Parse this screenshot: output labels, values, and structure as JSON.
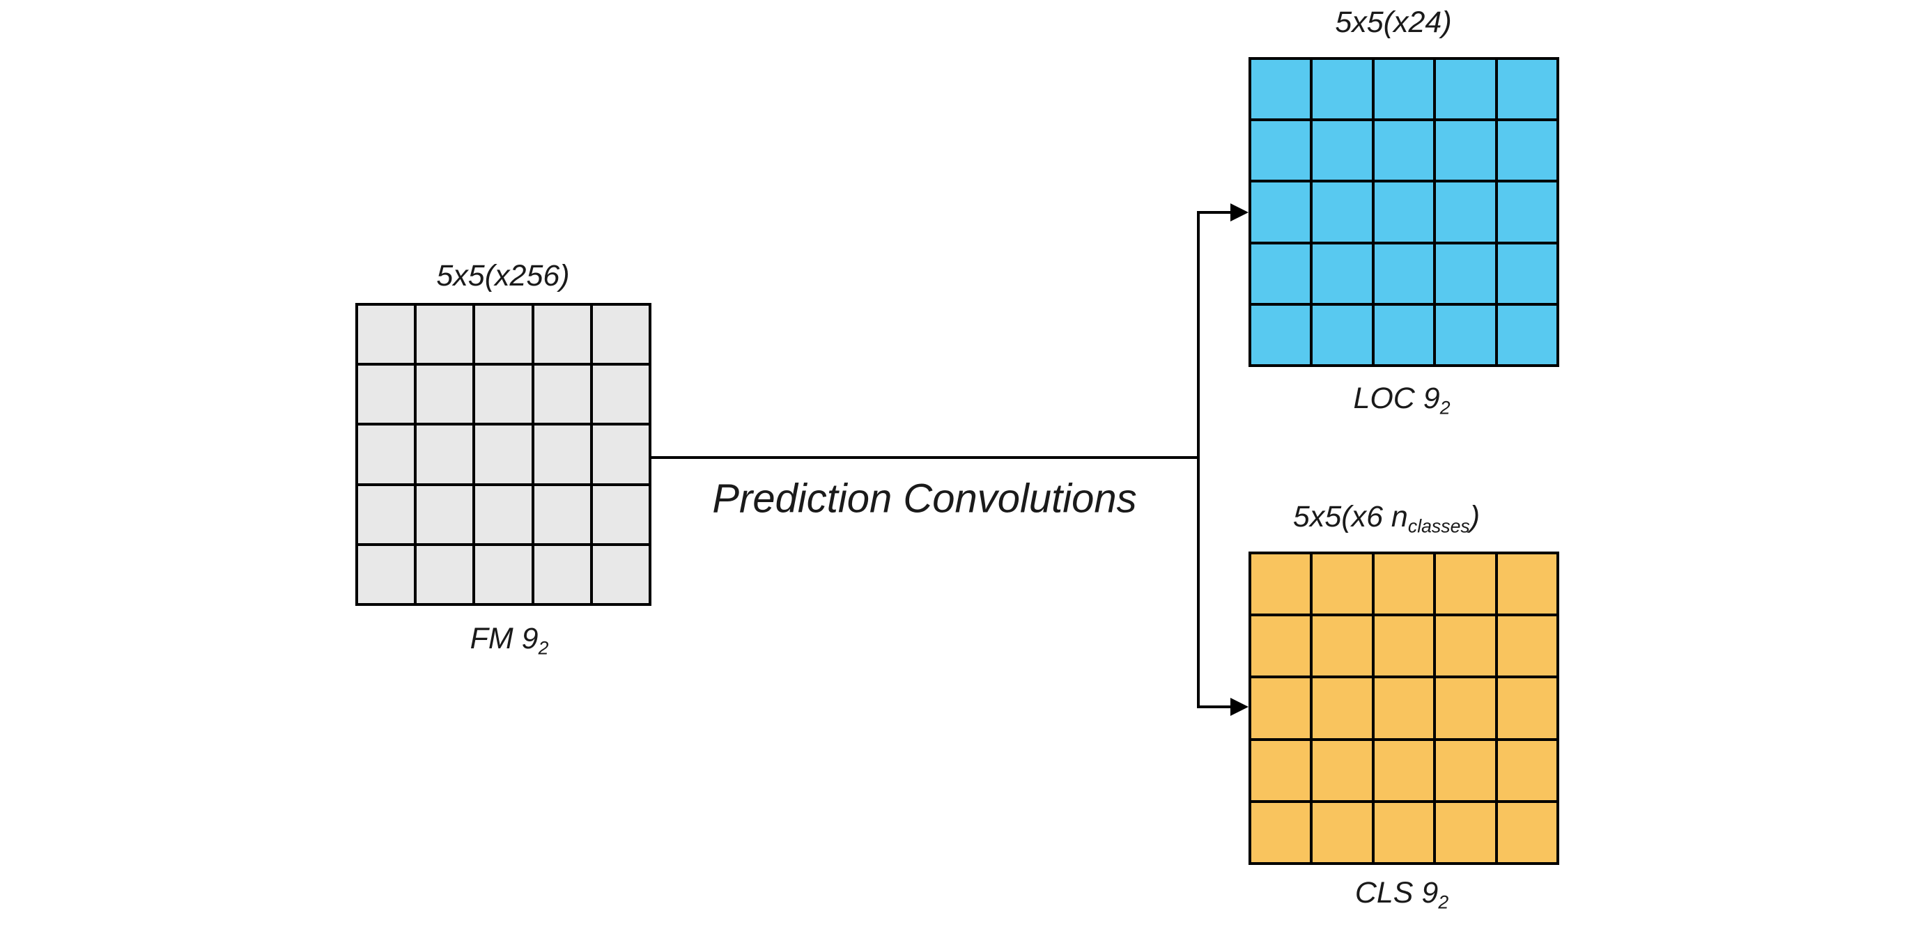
{
  "diagram": {
    "center_label": "Prediction Convolutions",
    "fm": {
      "top_label": "5x5(x256)",
      "bottom_label_main": "FM 9",
      "bottom_label_sub": "2",
      "rows": 5,
      "cols": 5,
      "fill": "#e8e8e8"
    },
    "loc": {
      "top_label": "5x5(x24)",
      "bottom_label_main": "LOC 9",
      "bottom_label_sub": "2",
      "rows": 5,
      "cols": 5,
      "fill": "#58c9f0"
    },
    "cls": {
      "top_label_pre": "5x5(x6 n",
      "top_label_sub": "classes",
      "top_label_post": ")",
      "bottom_label_main": "CLS 9",
      "bottom_label_sub": "2",
      "rows": 5,
      "cols": 5,
      "fill": "#f9c45e"
    },
    "colors": {
      "line": "#000000",
      "background": "#ffffff",
      "grid_border": "#000000"
    }
  }
}
